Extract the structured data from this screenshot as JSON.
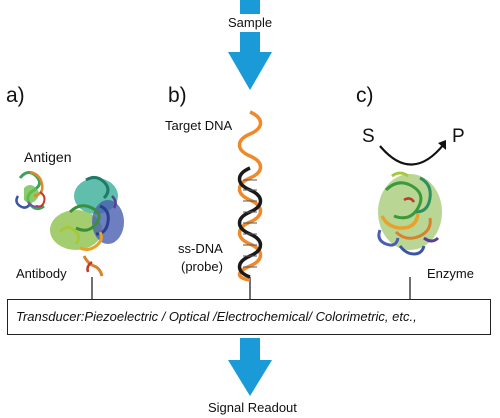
{
  "top_label": "Sample",
  "bottom_label": "Signal Readout",
  "panels": {
    "a": {
      "letter": "a)",
      "top_label": "Antigen",
      "bottom_label": "Antibody"
    },
    "b": {
      "letter": "b)",
      "top_label": "Target DNA",
      "probe_line1": "ss-DNA",
      "probe_line2": "(probe)"
    },
    "c": {
      "letter": "c)",
      "substrate": "S",
      "product": "P",
      "bottom_label": "Enzyme"
    }
  },
  "transducer": "Transducer:Piezoelectric / Optical /Electrochemical/ Colorimetric, etc.,",
  "colors": {
    "arrow": "#1a9ad6",
    "dna_target": "#f0892a",
    "dna_probe": "#1a1a1a"
  }
}
